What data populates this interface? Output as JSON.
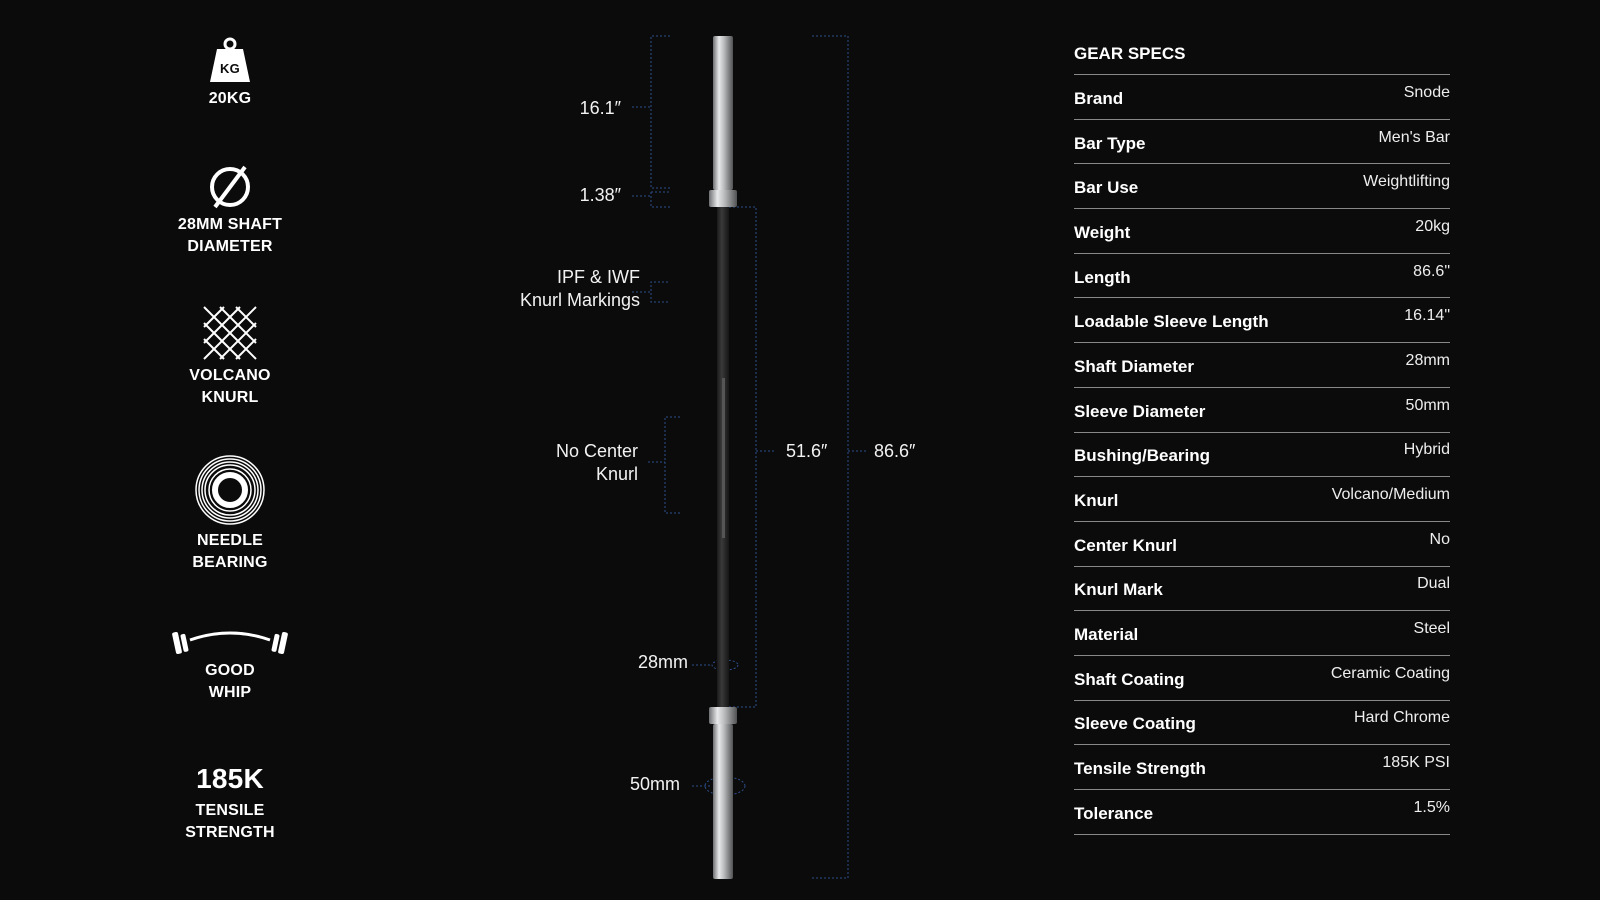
{
  "features": [
    {
      "icon": "kettlebell-kg-icon",
      "icon_text": "KG",
      "lines": [
        "20KG"
      ]
    },
    {
      "icon": "diameter-icon",
      "lines": [
        "28MM SHAFT",
        "DIAMETER"
      ]
    },
    {
      "icon": "knurl-pattern-icon",
      "lines": [
        "VOLCANO",
        "KNURL"
      ]
    },
    {
      "icon": "bearing-rings-icon",
      "lines": [
        "NEEDLE",
        "BEARING"
      ]
    },
    {
      "icon": "whip-barbell-icon",
      "lines": [
        "GOOD",
        "WHIP"
      ]
    },
    {
      "big": "185K",
      "lines": [
        "TENSILE",
        "STRENGTH"
      ]
    }
  ],
  "diagram": {
    "sleeve_length": "16.1″",
    "collar": "1.38″",
    "markings": [
      "IPF & IWF",
      "Knurl Markings"
    ],
    "center": [
      "No Center",
      "Knurl"
    ],
    "shaft_length": "51.6″",
    "total_length": "86.6″",
    "shaft_diameter": "28mm",
    "sleeve_diameter": "50mm"
  },
  "specs": {
    "title": "GEAR SPECS",
    "rows": [
      {
        "k": "Brand",
        "v": "Snode"
      },
      {
        "k": "Bar Type",
        "v": "Men's Bar"
      },
      {
        "k": "Bar Use",
        "v": "Weightlifting"
      },
      {
        "k": "Weight",
        "v": "20kg"
      },
      {
        "k": "Length",
        "v": "86.6\""
      },
      {
        "k": "Loadable Sleeve Length",
        "v": "16.14\""
      },
      {
        "k": "Shaft Diameter",
        "v": "28mm"
      },
      {
        "k": "Sleeve Diameter",
        "v": "50mm"
      },
      {
        "k": "Bushing/Bearing",
        "v": "Hybrid"
      },
      {
        "k": "Knurl",
        "v": "Volcano/Medium"
      },
      {
        "k": "Center Knurl",
        "v": "No"
      },
      {
        "k": "Knurl Mark",
        "v": "Dual"
      },
      {
        "k": "Material",
        "v": "Steel"
      },
      {
        "k": "Shaft Coating",
        "v": "Ceramic Coating"
      },
      {
        "k": "Sleeve Coating",
        "v": "Hard Chrome"
      },
      {
        "k": "Tensile Strength",
        "v": "185K PSI"
      },
      {
        "k": "Tolerance",
        "v": "1.5%"
      }
    ]
  },
  "colors": {
    "background": "#0b0b0c",
    "dimension_line": "#2d4f8a"
  }
}
